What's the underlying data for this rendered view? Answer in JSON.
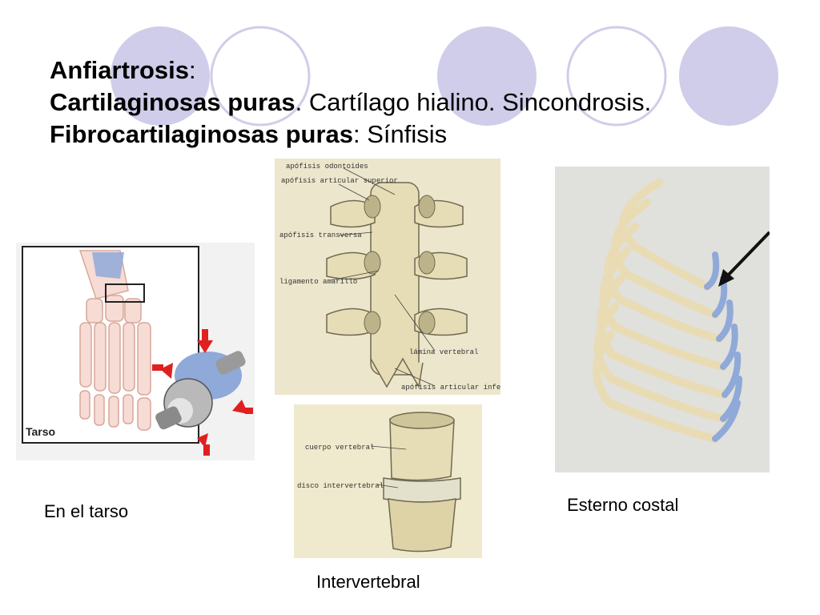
{
  "title": {
    "line1_bold": "Anfiartrosis",
    "line1_rest": ":",
    "line2_bold": "Cartilaginosas puras",
    "line2_rest": ". Cartílago hialino. Sincondrosis.",
    "line3_bold": "Fibrocartilaginosas puras",
    "line3_rest": ": Sínfisis"
  },
  "figures": {
    "tarso": {
      "label": "Tarso",
      "caption": "En el tarso"
    },
    "vertebrae": {
      "labels": [
        "apófisis odontoides",
        "apófisis articular superior",
        "apófisis transversa",
        "ligamento amarillo",
        "lámina vertebral",
        "apófisis articular inferior"
      ]
    },
    "intervertebral": {
      "labels": [
        "cuerpo vertebral",
        "disco intervertebral"
      ],
      "caption": "Intervertebral"
    },
    "ribs": {
      "caption": "Esterno costal"
    }
  },
  "colors": {
    "circle_fill": "#cfcde9",
    "circle_outline": "#cfcde9",
    "bone": "#e9dcb4",
    "cartilage": "#8fa9d8",
    "arrow_red": "#e02020"
  }
}
